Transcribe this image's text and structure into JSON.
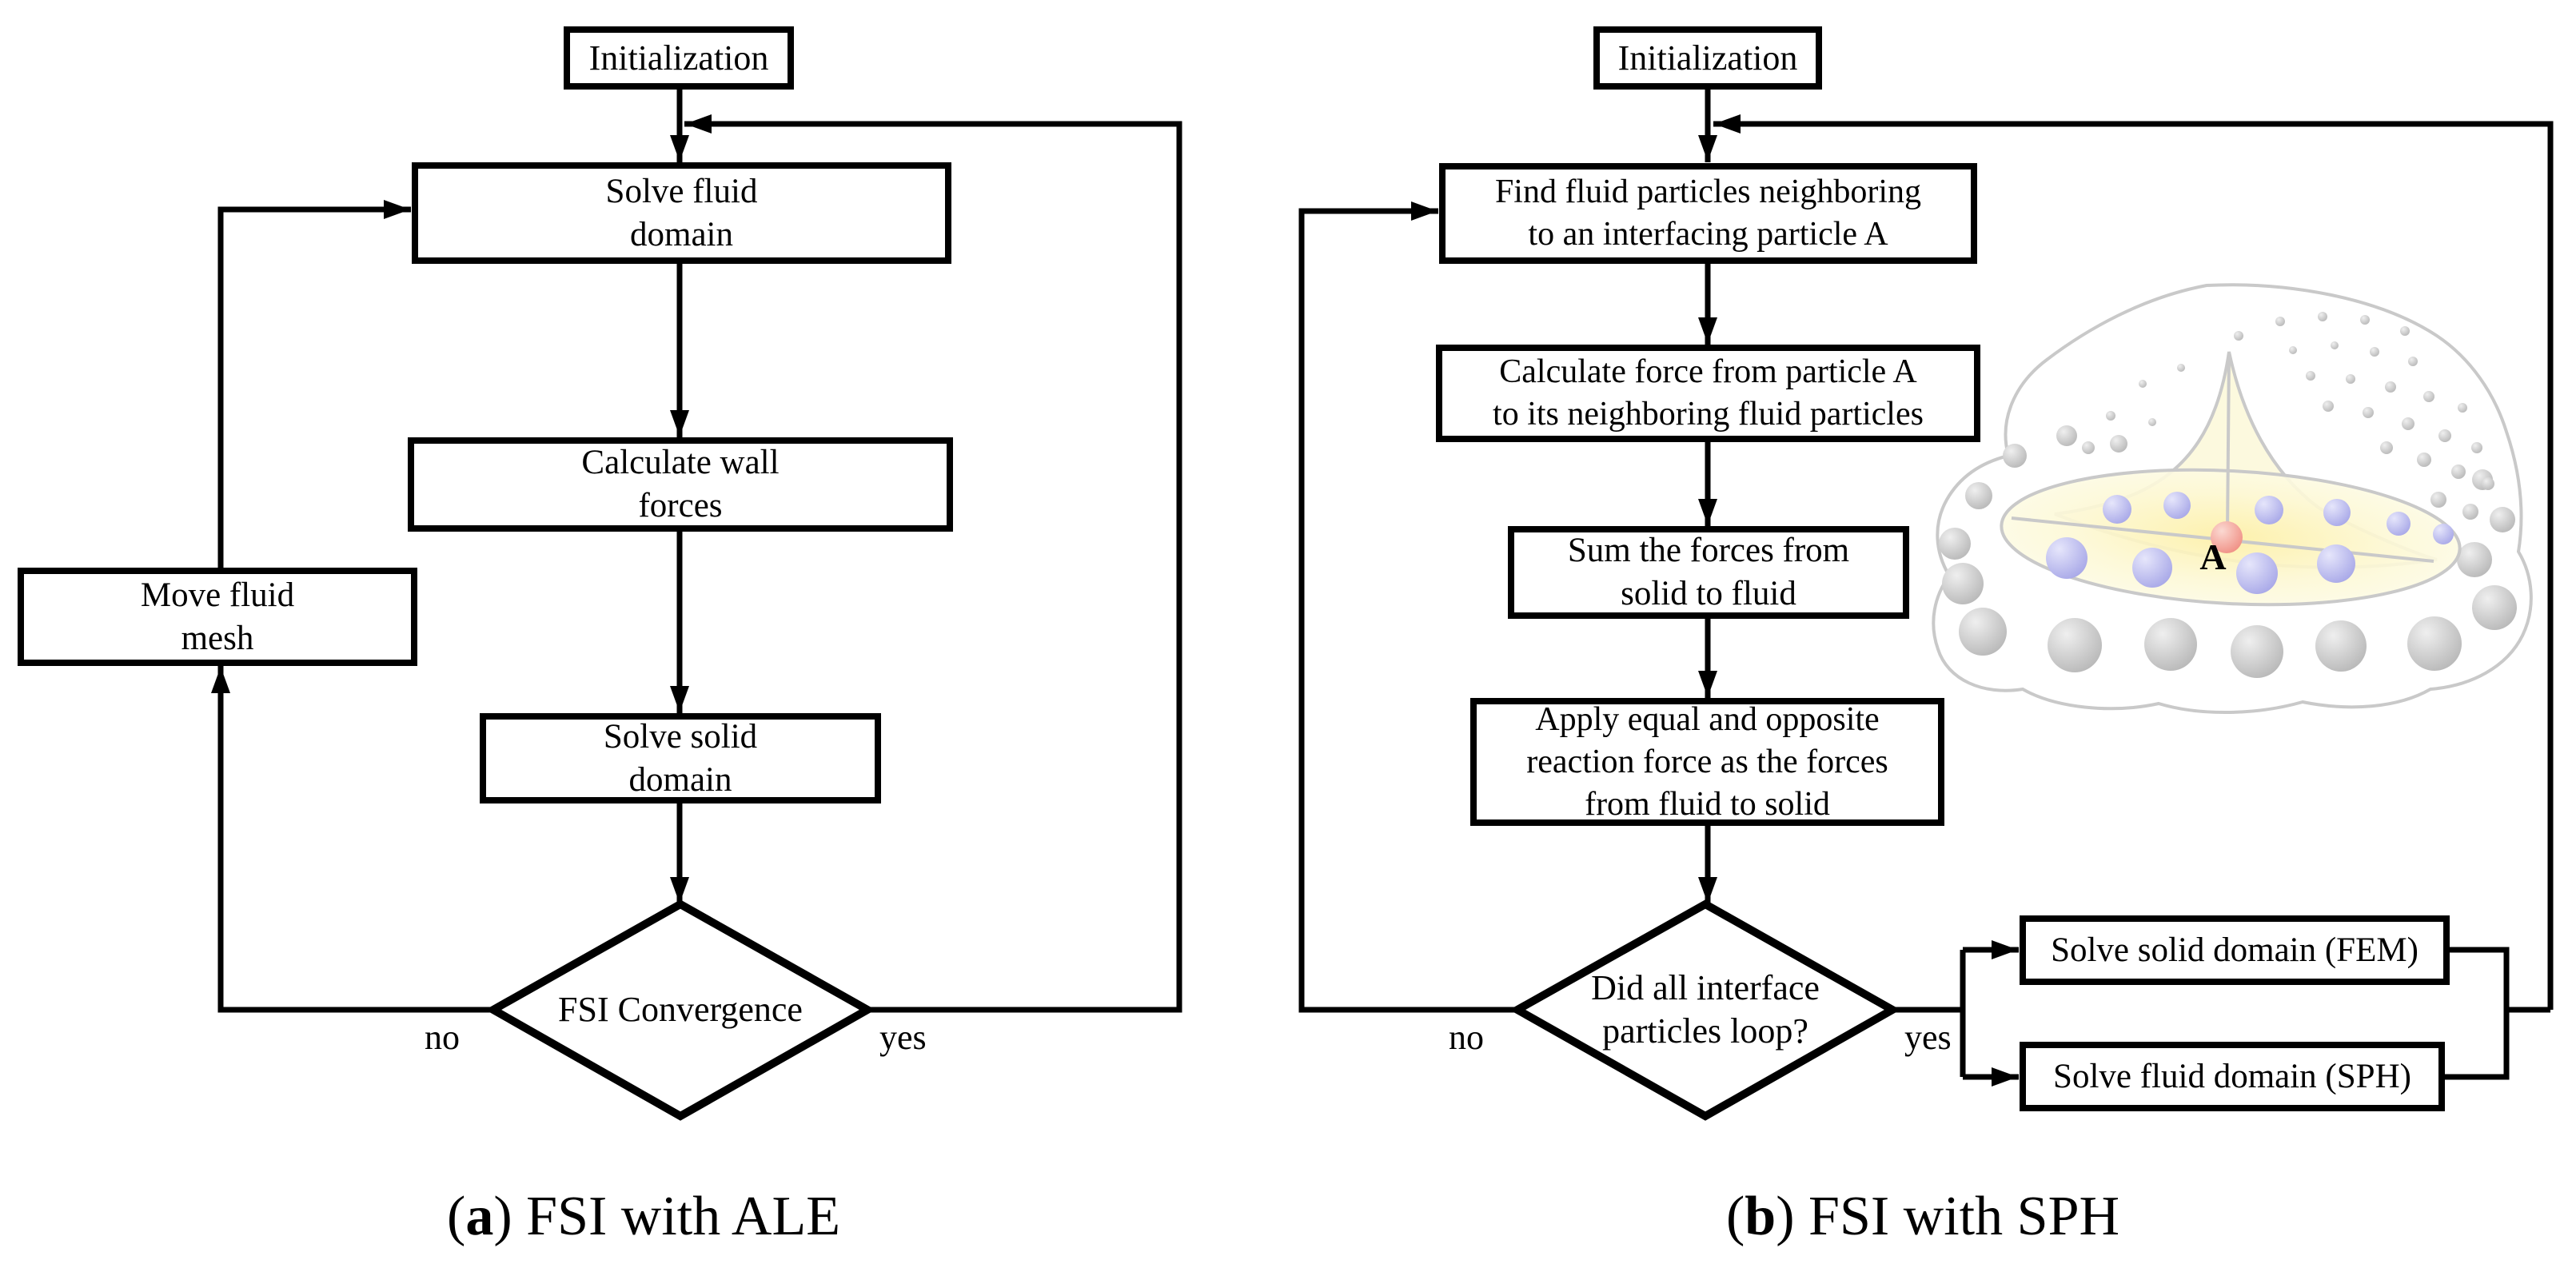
{
  "panel_a": {
    "caption": {
      "open": "(",
      "label": "a",
      "rest": ") FSI with ALE"
    },
    "nodes": {
      "initialization": "Initialization",
      "solve_fluid": [
        "Solve fluid",
        "domain"
      ],
      "calculate_wall": [
        "Calculate wall",
        "forces"
      ],
      "move_mesh": [
        "Move fluid",
        "mesh"
      ],
      "solve_solid": [
        "Solve solid",
        "domain"
      ],
      "decision": "FSI Convergence"
    },
    "edge_labels": {
      "no": "no",
      "yes": "yes"
    }
  },
  "panel_b": {
    "caption": {
      "open": "(",
      "label": "b",
      "rest": ") FSI with SPH"
    },
    "nodes": {
      "initialization": "Initialization",
      "find_neighbors": [
        "Find fluid particles neighboring",
        "to an interfacing particle A"
      ],
      "calc_force": [
        "Calculate force from particle A",
        "to its neighboring fluid particles"
      ],
      "sum_forces": [
        "Sum the forces from",
        "solid to fluid"
      ],
      "apply_reaction": [
        "Apply equal and opposite",
        "reaction force as the forces",
        "from fluid to solid"
      ],
      "decision": [
        "Did all interface",
        "particles loop?"
      ],
      "solve_solid_fem": "Solve solid domain (FEM)",
      "solve_fluid_sph": "Solve fluid domain (SPH)"
    },
    "edge_labels": {
      "no": "no",
      "yes": "yes"
    },
    "illustration": {
      "particle_label": "A",
      "colors": {
        "kernel_fill": "#fcf8d8",
        "support_glow": "#fdf3b3",
        "neighbor_particle": "#aeaeea",
        "interface_particle": "#f29b90",
        "fluid_particle": "#bdbdbd",
        "outline": "#c9c9c9"
      }
    }
  }
}
